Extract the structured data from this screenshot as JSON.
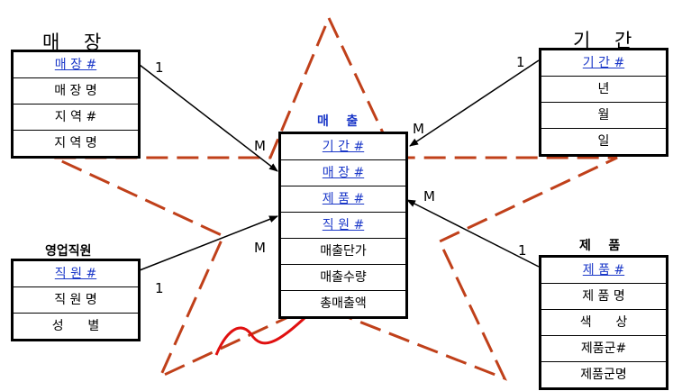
{
  "entities": {
    "store": {
      "title": "매    장",
      "fields": [
        {
          "label": "매 장 #",
          "key": true
        },
        {
          "label": "매 장 명",
          "key": false
        },
        {
          "label": "지 역 #",
          "key": false
        },
        {
          "label": "지 역 명",
          "key": false
        }
      ]
    },
    "period": {
      "title": "기    간",
      "fields": [
        {
          "label": "기 간 #",
          "key": true
        },
        {
          "label": "년",
          "key": false
        },
        {
          "label": "월",
          "key": false
        },
        {
          "label": "일",
          "key": false
        }
      ]
    },
    "sales": {
      "title": "매    출",
      "fields": [
        {
          "label": "기 간 #",
          "key": true
        },
        {
          "label": "매 장 #",
          "key": true
        },
        {
          "label": "제 품 #",
          "key": true
        },
        {
          "label": "직 원 #",
          "key": true
        },
        {
          "label": "매출단가",
          "key": false
        },
        {
          "label": "매출수량",
          "key": false
        },
        {
          "label": "총매출액",
          "key": false
        }
      ]
    },
    "employee": {
      "title": "영업직원",
      "fields": [
        {
          "label": "직 원 #",
          "key": true
        },
        {
          "label": "직 원 명",
          "key": false
        },
        {
          "label": "성      별",
          "key": false
        }
      ]
    },
    "product": {
      "title": "제    품",
      "fields": [
        {
          "label": "제 품 #",
          "key": true
        },
        {
          "label": "제 품 명",
          "key": false
        },
        {
          "label": "색      상",
          "key": false
        },
        {
          "label": "제품군#",
          "key": false
        },
        {
          "label": "제품군명",
          "key": false
        }
      ]
    }
  },
  "relationships": {
    "store_one": "1",
    "store_many": "M",
    "period_one": "1",
    "period_many": "M",
    "product_one": "1",
    "product_many": "M",
    "employee_one": "1",
    "employee_many": "M"
  },
  "colors": {
    "key_field": "#1a37c8",
    "star_outline": "#c0401a",
    "red_arrow": "#e01010",
    "table_border": "#000000"
  }
}
